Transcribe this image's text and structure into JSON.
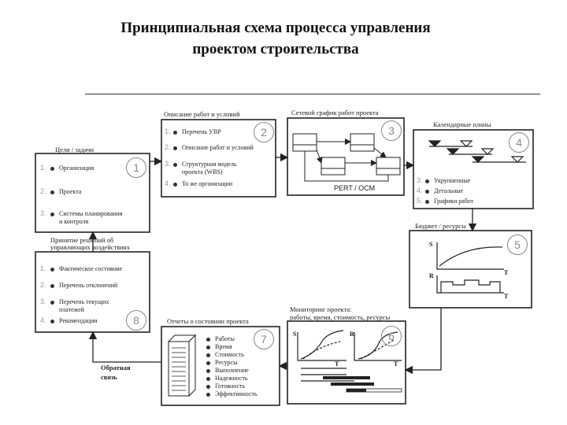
{
  "title": {
    "line1": "Принципиальная схема процесса управления",
    "line2": "проектом строительства"
  },
  "boxes": {
    "goals": {
      "header": "Цели / задачи",
      "num": "1",
      "items": [
        {
          "n": "1.",
          "text": "Организация"
        },
        {
          "n": "2.",
          "text": "Проекта"
        },
        {
          "n": "3.",
          "text": "Системы планирования",
          "text2": "и контроля"
        }
      ]
    },
    "works": {
      "header": "Описание работ и условий",
      "num": "2",
      "items": [
        {
          "n": "1.",
          "text": "Перечень УВР"
        },
        {
          "n": "2.",
          "text": "Описание работ и условий"
        },
        {
          "n": "3.",
          "text": "Структурная модель",
          "text2": "проекта (WBS)"
        },
        {
          "n": "4.",
          "text": "То же организации"
        }
      ]
    },
    "network": {
      "header": "Сетевой график работ проекта",
      "num": "3",
      "caption": "PERT / OCM"
    },
    "calendar": {
      "header": "Календарные планы",
      "num": "4",
      "items": [
        {
          "n": "3.",
          "text": "Укрупненные"
        },
        {
          "n": "4.",
          "text": "Детальные"
        },
        {
          "n": "5.",
          "text": "Графики работ"
        }
      ]
    },
    "budget": {
      "header": "Бюджет / ресурсы",
      "num": "5",
      "axis_s": "S",
      "axis_r": "R",
      "axis_t1": "T",
      "axis_t2": "T"
    },
    "monitoring": {
      "header1": "Мониторинг проекта:",
      "header2": "работы, время, стоимость, ресурсы",
      "num": "6",
      "axis_s": "S",
      "axis_r": "R",
      "axis_t1": "T",
      "axis_t2": "T"
    },
    "reports": {
      "header": "Отчеты о состоянии проекта",
      "num": "7",
      "items": [
        "Работы",
        "Время",
        "Стоимость",
        "Ресурсы",
        "Выполнение",
        "Надежность",
        "Готовность",
        "Эффективность"
      ]
    },
    "decisions": {
      "header1": "Принятие решений об",
      "header2": "управляющих воздействиях",
      "num": "8",
      "items": [
        {
          "n": "1.",
          "text": "Фактическое состояние"
        },
        {
          "n": "2.",
          "text": "Перечень отклонений"
        },
        {
          "n": "3.",
          "text": "Перечень текущих",
          "text2": "платежей"
        },
        {
          "n": "4.",
          "text": "Рекомендации"
        }
      ]
    }
  },
  "feedback": {
    "line1": "Обратная",
    "line2": "связь"
  }
}
